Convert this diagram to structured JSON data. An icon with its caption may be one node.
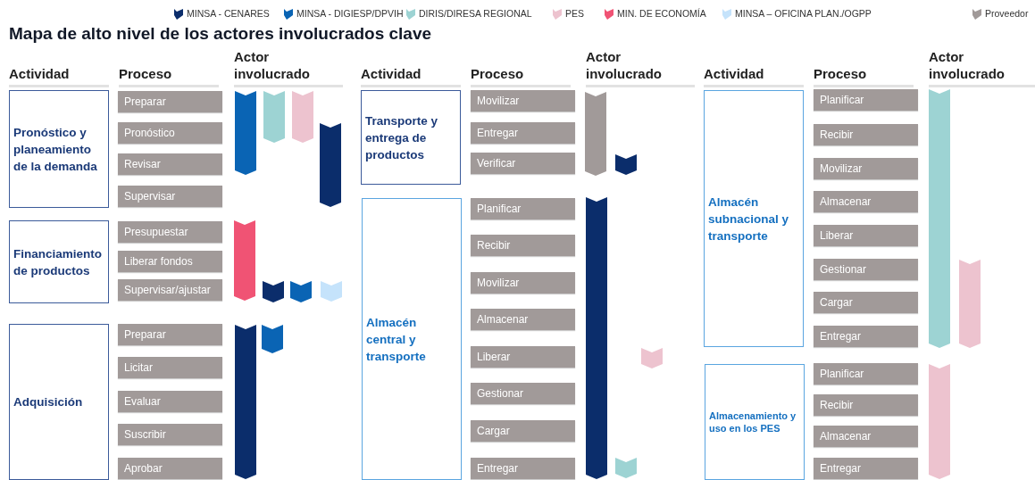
{
  "diagram": {
    "title": "Mapa de alto nivel de los actores involucrados clave",
    "nodes": [
      {
        "text": [
          "Pronóstico y planeamiento de la demanda"
        ]
      },
      {
        "text": [
          "Preparar"
        ]
      },
      {
        "text": [
          "Pronóstico"
        ]
      },
      {
        "text": [
          "Revisar"
        ]
      },
      {
        "text": [
          "Supervisar"
        ]
      },
      {
        "text": [
          "Financiamiento de productos"
        ]
      },
      {
        "text": [
          "Presupuestar"
        ]
      },
      {
        "text": [
          "Liberar fondos"
        ]
      },
      {
        "text": [
          "Supervisar/ajustar"
        ]
      },
      {
        "text": [
          "Adquisición"
        ]
      },
      {
        "text": [
          "Preparar"
        ]
      },
      {
        "text": [
          "Licitar"
        ]
      },
      {
        "text": [
          "Evaluar"
        ]
      },
      {
        "text": [
          "Suscribir"
        ]
      },
      {
        "text": [
          "Aprobar"
        ]
      },
      {
        "text": [
          "Transporte y entrega de productos"
        ]
      },
      {
        "text": [
          "Movilizar"
        ]
      },
      {
        "text": [
          "Entregar"
        ]
      },
      {
        "text": [
          "Verificar"
        ]
      },
      {
        "text": [
          "Almacén central y transporte"
        ]
      },
      {
        "text": [
          "Planificar"
        ]
      },
      {
        "text": [
          "Recibir"
        ]
      },
      {
        "text": [
          "Movilizar"
        ]
      },
      {
        "text": [
          "Almacenar"
        ]
      },
      {
        "text": [
          "Liberar"
        ]
      },
      {
        "text": [
          "Gestionar"
        ]
      },
      {
        "text": [
          "Cargar"
        ]
      },
      {
        "text": [
          "Entregar"
        ]
      },
      {
        "text": [
          "Almacén subnacional y transporte"
        ]
      },
      {
        "text": [
          "Planificar"
        ]
      },
      {
        "text": [
          "Recibir"
        ]
      },
      {
        "text": [
          "Movilizar"
        ]
      },
      {
        "text": [
          "Almacenar"
        ]
      },
      {
        "text": [
          "Liberar"
        ]
      },
      {
        "text": [
          "Gestionar"
        ]
      },
      {
        "text": [
          "Cargar"
        ]
      },
      {
        "text": [
          "Entregar"
        ]
      },
      {
        "text": [
          "Almacenamiento y uso en los PES"
        ]
      },
      {
        "text": [
          "Planificar"
        ]
      },
      {
        "text": [
          "Recibir"
        ]
      },
      {
        "text": [
          "Almacenar"
        ]
      },
      {
        "text": [
          "Entregar"
        ]
      }
    ],
    "labels": [
      "Actividad",
      "Proceso",
      "Actor involucrado",
      "Actividad",
      "Proceso",
      "Actor involucrado",
      "Actividad",
      "Proceso",
      "Actor involucrado"
    ],
    "legend": [
      {
        "text": "MINSA - CENARES",
        "color": "#0b2d6b"
      },
      {
        "text": "MINSA - DIGIESP/DPVIH",
        "color": "#0a64b4"
      },
      {
        "text": "DIRIS/DIRESA REGIONAL",
        "color": "#9dd3d3"
      },
      {
        "text": "PES",
        "color": "#edc3cf"
      },
      {
        "text": "MIN. DE ECONOMÍA",
        "color": "#f05374"
      },
      {
        "text": "MINSA – OFICINA PLAN./OGPP",
        "color": "#c5e3fb"
      },
      {
        "text": "Proveedor",
        "color": "#a19a99"
      }
    ]
  }
}
